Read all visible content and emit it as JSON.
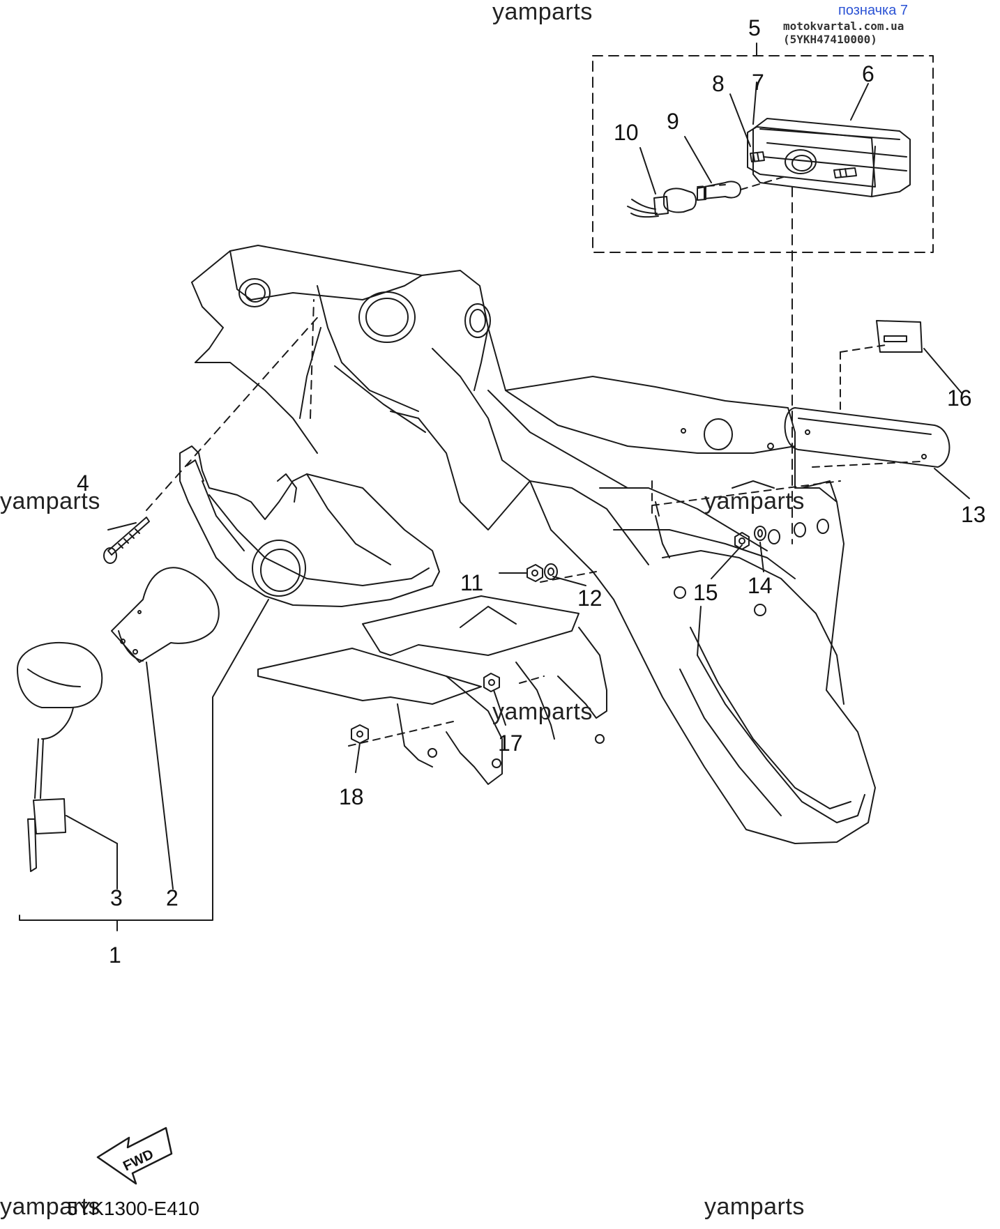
{
  "header": {
    "link_text": "позначка 7",
    "source": "motokvartal.com.ua (5YKH47410000)"
  },
  "watermark": "yamparts",
  "diagram_code": "5YK1300-E410",
  "fwd_label": "FWD",
  "callouts": [
    "1",
    "2",
    "3",
    "4",
    "5",
    "6",
    "7",
    "8",
    "9",
    "10",
    "11",
    "12",
    "13",
    "14",
    "15",
    "16",
    "17",
    "18"
  ],
  "colors": {
    "line": "#1a1a1a",
    "link": "#2a52d4",
    "background": "#ffffff"
  }
}
